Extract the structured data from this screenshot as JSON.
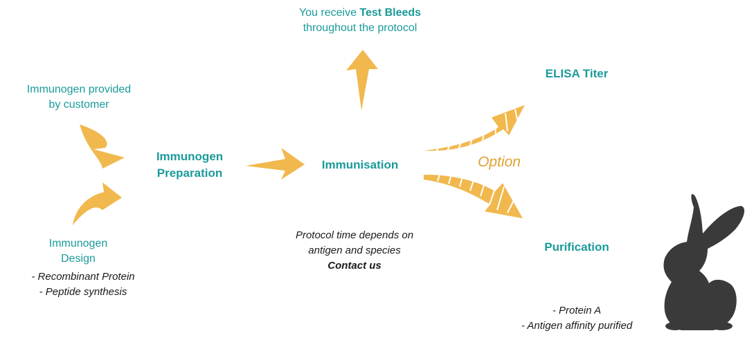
{
  "test_bleeds": {
    "prefix": "You receive ",
    "bold": "Test Bleeds",
    "line2": "throughout the protocol"
  },
  "customer": {
    "line1": "Immunogen provided",
    "line2": "by customer"
  },
  "preparation": {
    "line1": "Immunogen",
    "line2": "Preparation"
  },
  "immunisation": {
    "label": "Immunisation"
  },
  "elisa": {
    "label": "ELISA Titer"
  },
  "option": {
    "label": "Option"
  },
  "purification": {
    "label": "Purification"
  },
  "design": {
    "line1": "Immunogen",
    "line2": "Design",
    "items": [
      "- Recombinant Protein",
      "- Peptide synthesis"
    ]
  },
  "protocol": {
    "line1": "Protocol time depends on",
    "line2": "antigen and species",
    "contact": "Contact us"
  },
  "purification_items": [
    "- Protein A",
    "- Antigen affinity purified"
  ],
  "colors": {
    "teal": "#1a9a9a",
    "arrow": "#f1b84e",
    "rabbit": "#3a3a3a"
  },
  "icons": [
    "rabbit-silhouette-icon"
  ]
}
